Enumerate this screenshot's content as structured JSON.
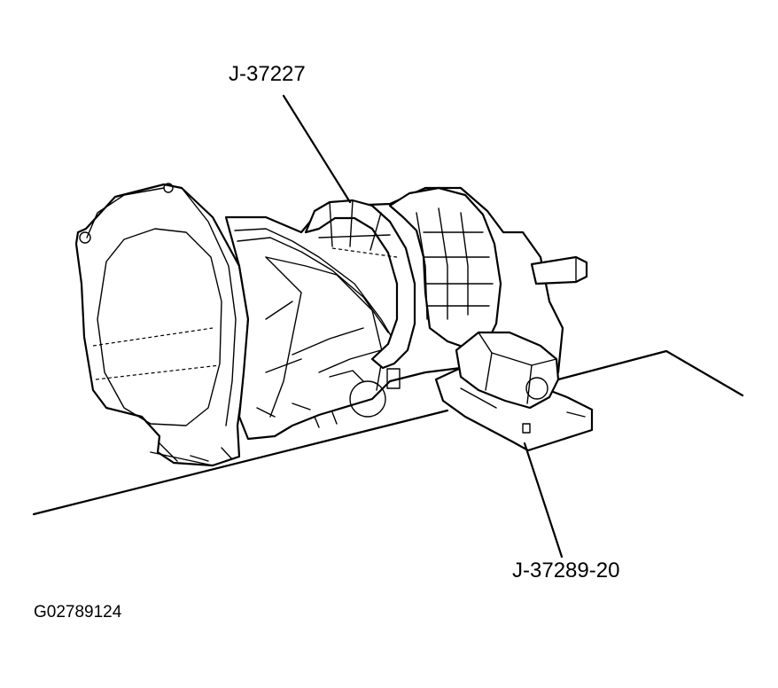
{
  "callouts": {
    "top_tool": "J-37227",
    "bottom_tool": "J-37289-20"
  },
  "figure_code": "G02789124"
}
